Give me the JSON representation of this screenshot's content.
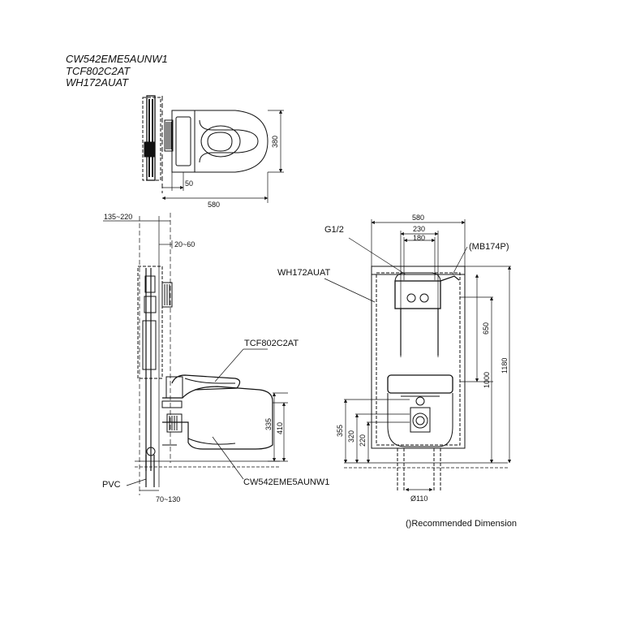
{
  "models": [
    "CW542EME5AUNW1",
    "TCF802C2AT",
    "WH172AUAT"
  ],
  "top_view": {
    "width": "580",
    "depth": "380",
    "offset": "50"
  },
  "side_view": {
    "frame_range": "135~220",
    "wall_range": "20~60",
    "seat_label": "TCF802C2AT",
    "bowl_label": "CW542EME5AUNW1",
    "pvc_label": "PVC",
    "bottom_range": "70~130",
    "rim_height": "335",
    "seat_height": "410"
  },
  "front_view": {
    "width": "580",
    "inner_width": "230",
    "center_width": "180",
    "inlet_label": "G1/2",
    "plate_label": "(MB174P)",
    "frame_label": "WH172AUAT",
    "dim_650": "650",
    "dim_1000": "1000",
    "dim_1180": "1180",
    "dim_355": "355",
    "dim_320": "320",
    "dim_220": "220",
    "pipe_dia": "Ø110"
  },
  "note": "()Recommended Dimension"
}
